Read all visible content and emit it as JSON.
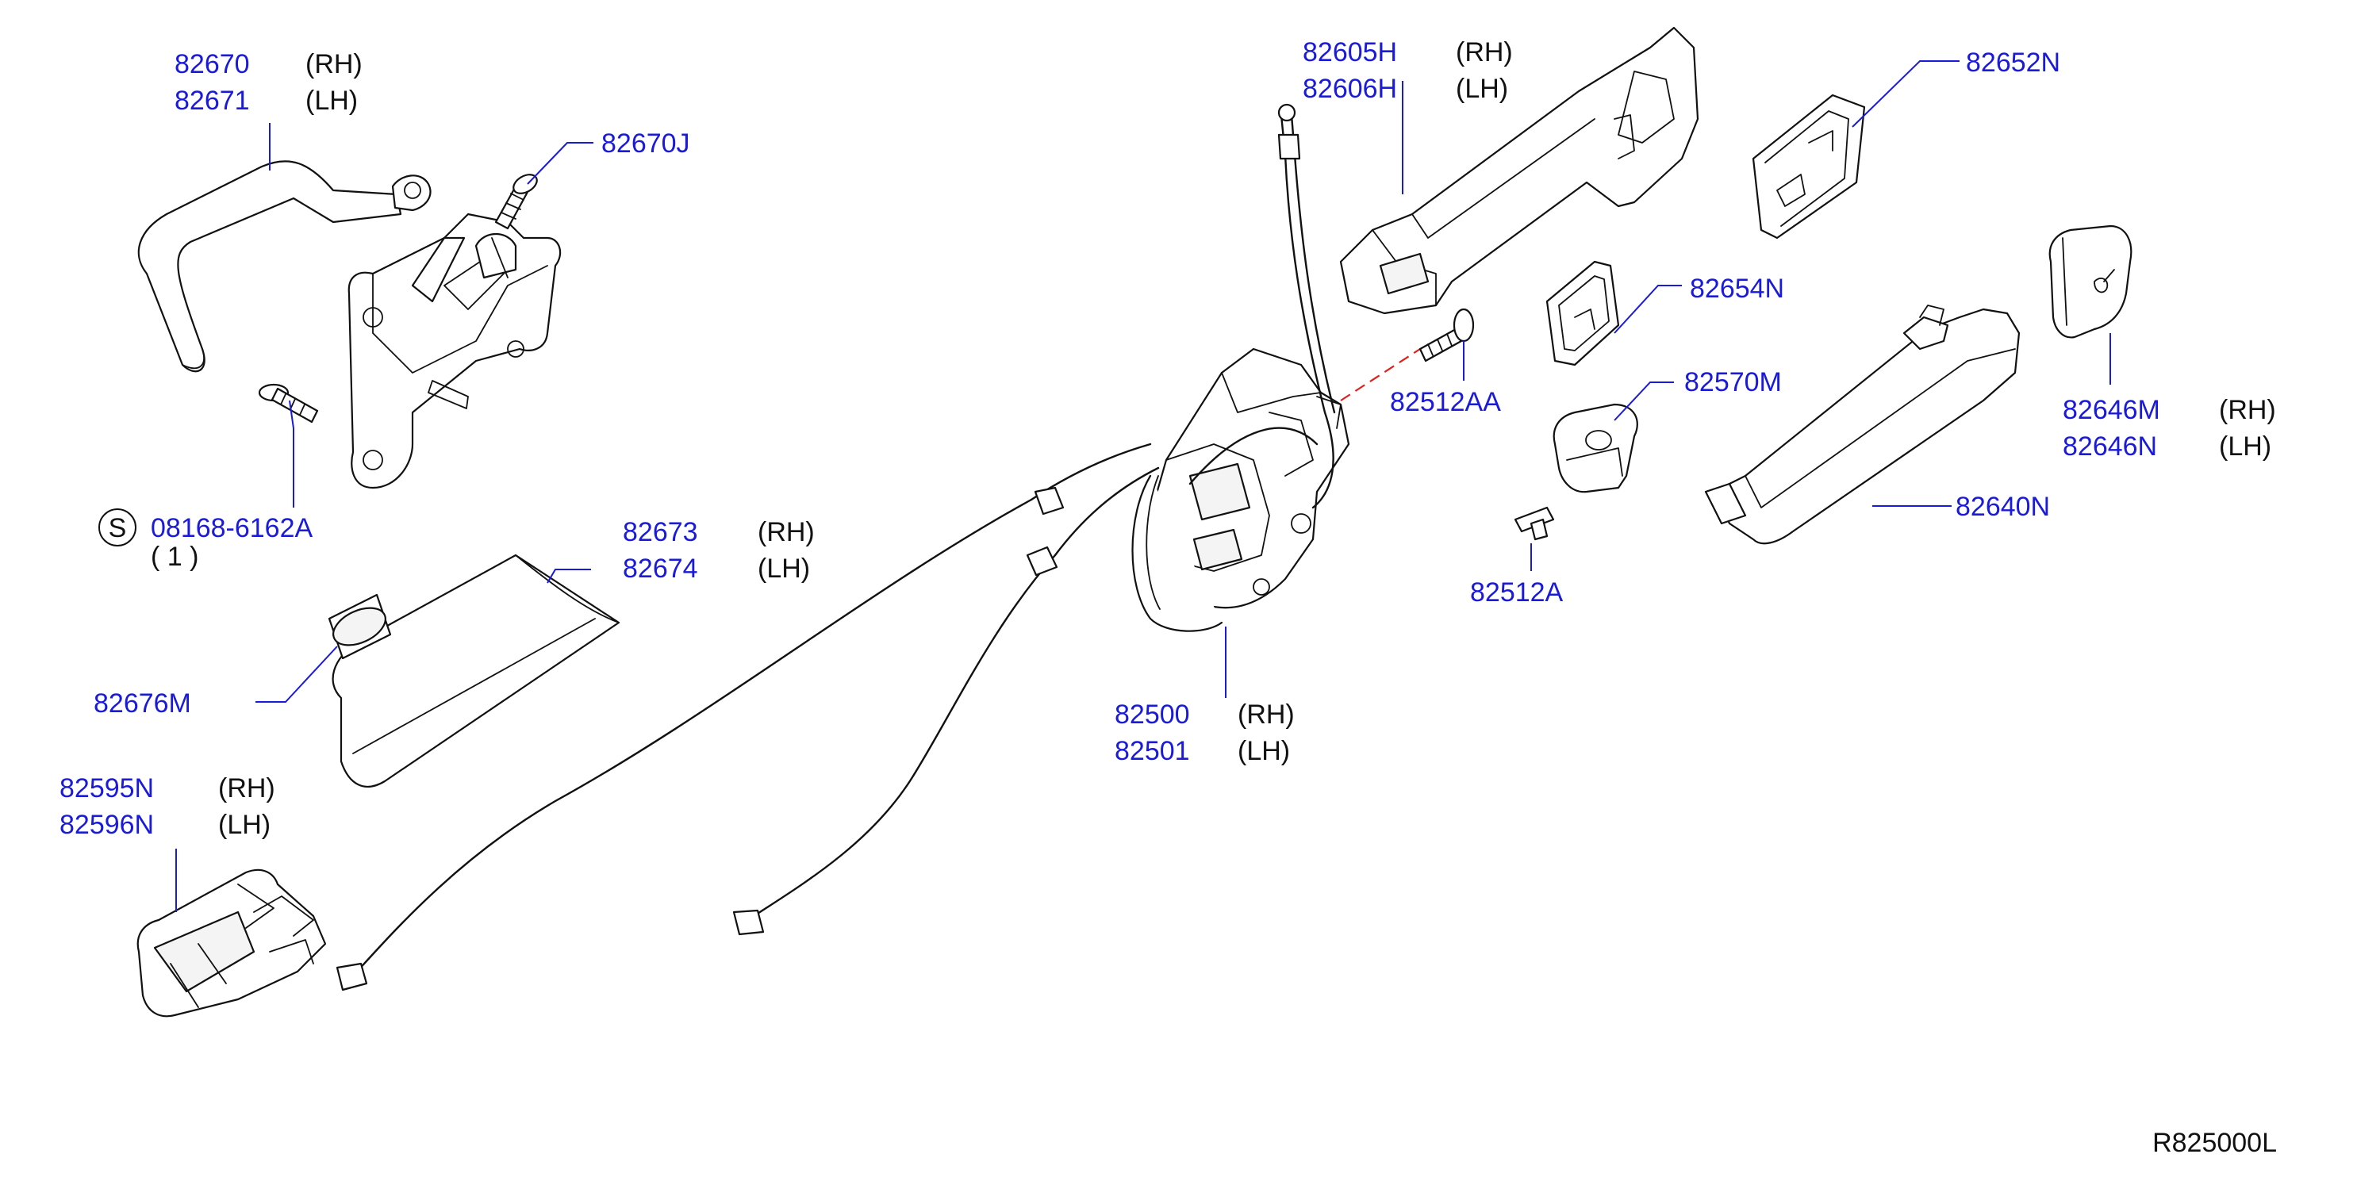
{
  "callouts": {
    "c82670": {
      "rh_part": "82670",
      "rh_side": "(RH)",
      "lh_part": "82671",
      "lh_side": "(LH)"
    },
    "c82670j": {
      "part": "82670J"
    },
    "c08168": {
      "symbol": "S",
      "part": "08168-6162A",
      "qty": "( 1 )"
    },
    "c82673": {
      "rh_part": "82673",
      "rh_side": "(RH)",
      "lh_part": "82674",
      "lh_side": "(LH)"
    },
    "c82676m": {
      "part": "82676M"
    },
    "c82595n": {
      "rh_part": "82595N",
      "rh_side": "(RH)",
      "lh_part": "82596N",
      "lh_side": "(LH)"
    },
    "c82605h": {
      "rh_part": "82605H",
      "rh_side": "(RH)",
      "lh_part": "82606H",
      "lh_side": "(LH)"
    },
    "c82652n": {
      "part": "82652N"
    },
    "c82654n": {
      "part": "82654N"
    },
    "c82512aa": {
      "part": "82512AA"
    },
    "c82570m": {
      "part": "82570M"
    },
    "c82646m": {
      "rh_part": "82646M",
      "rh_side": "(RH)",
      "lh_part": "82646N",
      "lh_side": "(LH)"
    },
    "c82640n": {
      "part": "82640N"
    },
    "c82512a": {
      "part": "82512A"
    },
    "c82500": {
      "rh_part": "82500",
      "rh_side": "(RH)",
      "lh_part": "82501",
      "lh_side": "(LH)"
    }
  },
  "diagram_code": "R825000L",
  "colors": {
    "part_number": "#1a1adb",
    "leader": "#1a1adb",
    "outline": "#111111",
    "dashed_guide": "#e0201c"
  }
}
